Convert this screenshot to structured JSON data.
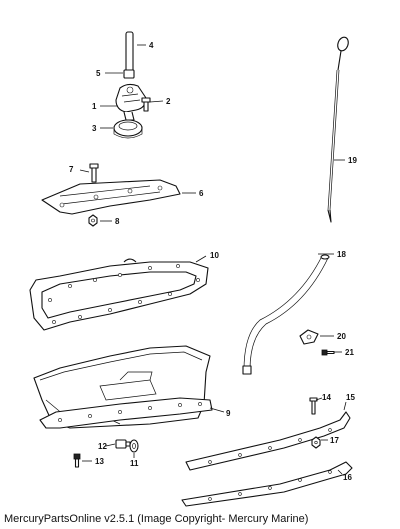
{
  "footer": {
    "caption": "MercuryPartsOnline v2.5.1 (Image Copyright- Mercury Marine)"
  },
  "callouts": [
    "1",
    "2",
    "3",
    "4",
    "5",
    "6",
    "7",
    "8",
    "9",
    "10",
    "11",
    "12",
    "13",
    "14",
    "15",
    "16",
    "17",
    "18",
    "19",
    "20",
    "21"
  ]
}
